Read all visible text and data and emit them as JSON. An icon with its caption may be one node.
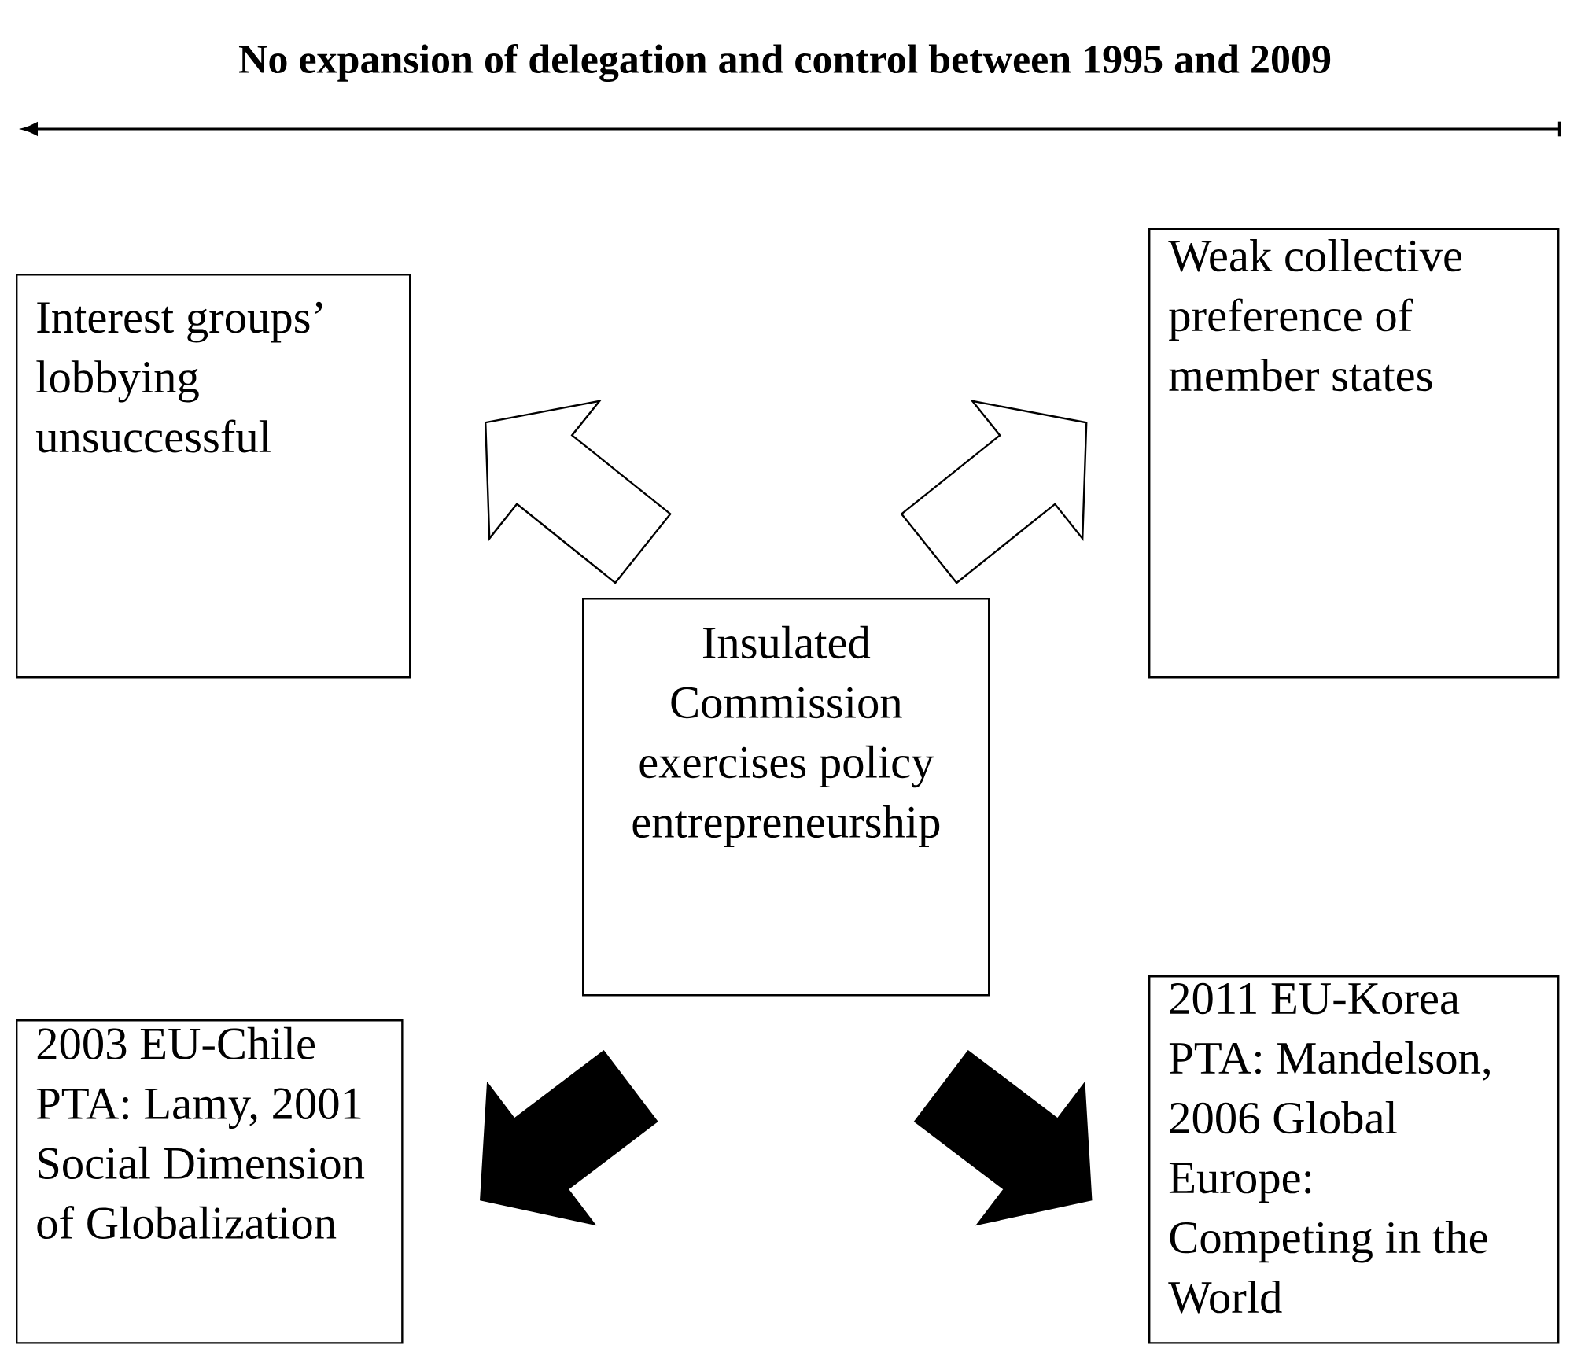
{
  "diagram": {
    "title": "No expansion of delegation and control between 1995 and 2009",
    "nodes": [
      {
        "text": [
          "Interest groups’ lobbying unsuccessful"
        ]
      },
      {
        "text": [
          "Weak collective preference of member states"
        ]
      },
      {
        "text": [
          "Insulated Commission exercises policy entrepreneurship"
        ]
      },
      {
        "text": [
          "2003 EU-Chile PTA: Lamy, 2001 Social Dimension of Globalization"
        ]
      },
      {
        "text": [
          "2011 EU-Korea PTA: Mandelson, 2006 Global Europe: Competing in the World"
        ]
      }
    ],
    "edges": [
      {
        "from": 2,
        "to": 0,
        "arrow": "to"
      },
      {
        "from": 2,
        "to": 1,
        "arrow": "to"
      },
      {
        "from": 2,
        "to": 3,
        "arrow": "to"
      },
      {
        "from": 2,
        "to": 4,
        "arrow": "to"
      }
    ]
  }
}
